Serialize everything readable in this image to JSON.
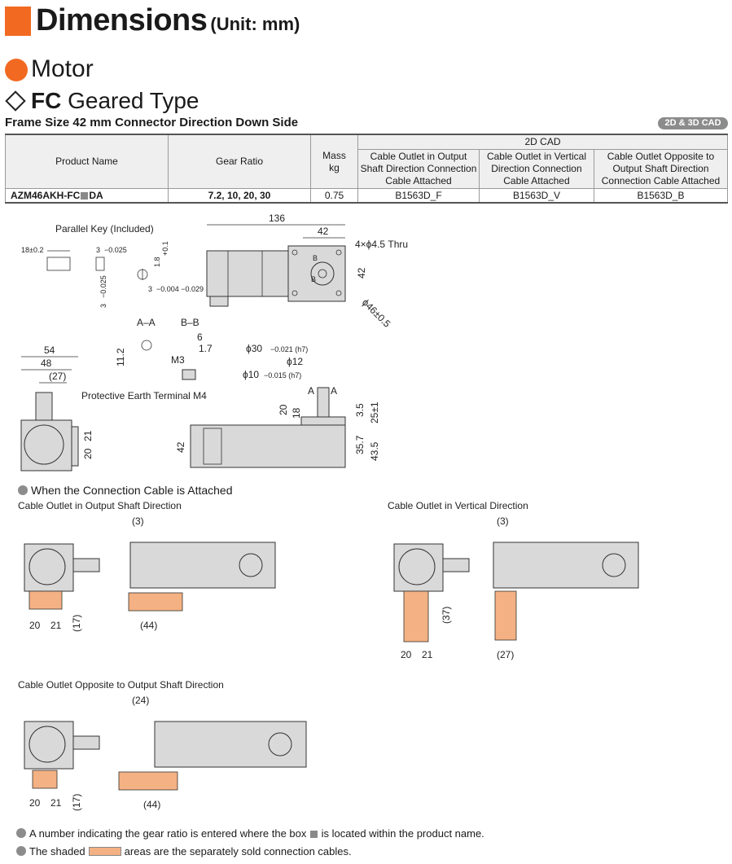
{
  "header": {
    "title": "Dimensions",
    "unit": "(Unit: mm)",
    "section": "Motor",
    "type_code": "FC",
    "type_name": " Geared Type",
    "frame_line": "Frame Size 42 mm  Connector Direction  Down Side",
    "cad_badge": "2D & 3D CAD"
  },
  "table": {
    "col_product": "Product Name",
    "col_gear": "Gear Ratio",
    "col_mass": "Mass\nkg",
    "col_cad": "2D CAD",
    "cad_cols": [
      "Cable Outlet in Output Shaft Direction Connection Cable Attached",
      "Cable Outlet in Vertical Direction Connection Cable Attached",
      "Cable Outlet Opposite to Output Shaft Direction Connection Cable Attached"
    ],
    "row": {
      "product_prefix": "AZM46AKH-FC",
      "product_suffix": "DA",
      "gear": "7.2, 10, 20, 30",
      "mass": "0.75",
      "cad": [
        "B1563D_F",
        "B1563D_V",
        "B1563D_B"
      ]
    }
  },
  "drawing": {
    "parallel_key": "Parallel Key (Included)",
    "dims": {
      "d136": "136",
      "d42a": "42",
      "thru": "4×ϕ4.5 Thru",
      "d42b": "42",
      "d46": "ϕ46±0.5",
      "d18": "18±0.2",
      "d3a": "3",
      "d3a_tol": "−0.025",
      "d18v": "1.8",
      "d18v_tol": "+0.1",
      "d3b": "3",
      "d3b_tol": "−0.025",
      "d3c": "3",
      "d3c_tol": "−0.004 −0.029",
      "aa": "A–A",
      "bb": "B–B",
      "d112": "11.2",
      "d6": "6",
      "d17": "1.7",
      "m3": "M3",
      "d54": "54",
      "d48": "48",
      "d27": "(27)",
      "pe": "Protective Earth Terminal M4",
      "phi30": "ϕ30",
      "phi30_tol": "−0.021 (h7)",
      "phi12": "ϕ12",
      "phi10": "ϕ10",
      "phi10_tol": "−0.015 (h7)",
      "d20": "20",
      "d18b": "18",
      "d35": "3.5",
      "d25": "25±1",
      "d357": "35.7",
      "d435": "43.5",
      "d42c": "42",
      "d21": "21",
      "d20b": "20",
      "a1": "A",
      "a2": "A",
      "b1": "B",
      "b2": "B"
    },
    "attached_title": "When the Connection Cable is Attached",
    "cap_output": "Cable Outlet in Output Shaft Direction",
    "cap_vertical": "Cable Outlet in Vertical Direction",
    "cap_opposite": "Cable Outlet Opposite to Output Shaft Direction",
    "c_dims": {
      "o3": "(3)",
      "o20": "20",
      "o21": "21",
      "o17": "(17)",
      "o44": "(44)",
      "v3": "(3)",
      "v37": "(37)",
      "v20": "20",
      "v21": "21",
      "v27": "(27)",
      "p24": "(24)",
      "p20": "20",
      "p21": "21",
      "p17": "(17)",
      "p44": "(44)"
    }
  },
  "notes": {
    "n1a": "A number indicating the gear ratio is entered where the box",
    "n1b": "is located within the product name.",
    "n2a": "The shaded",
    "n2b": "areas are the separately sold connection cables."
  }
}
